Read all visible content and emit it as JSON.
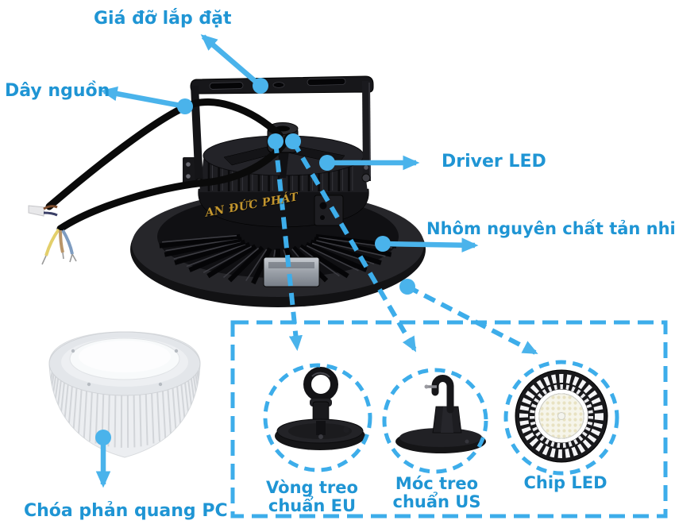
{
  "diagram": {
    "background": "#ffffff",
    "colors": {
      "label_blue": "#1f95d4",
      "arrow_blue": "#4ab3eb",
      "dash_blue": "#3dadea",
      "watermark_gold": "#c3962e"
    },
    "callouts": {
      "mounting_bracket": "Giá đỡ lắp đặt",
      "power_cable": "Dây nguồn",
      "led_driver": "Driver LED",
      "heatsink": "Nhôm nguyên chất tản nhiệt",
      "pc_reflector": "Chóa phản quang PC"
    },
    "inset": {
      "eu_ring": "Vòng treo chuẩn EU",
      "us_hook": "Móc treo chuẩn US",
      "led_chip": "Chip LED"
    },
    "watermark": "AN ĐỨC PHÁT"
  }
}
